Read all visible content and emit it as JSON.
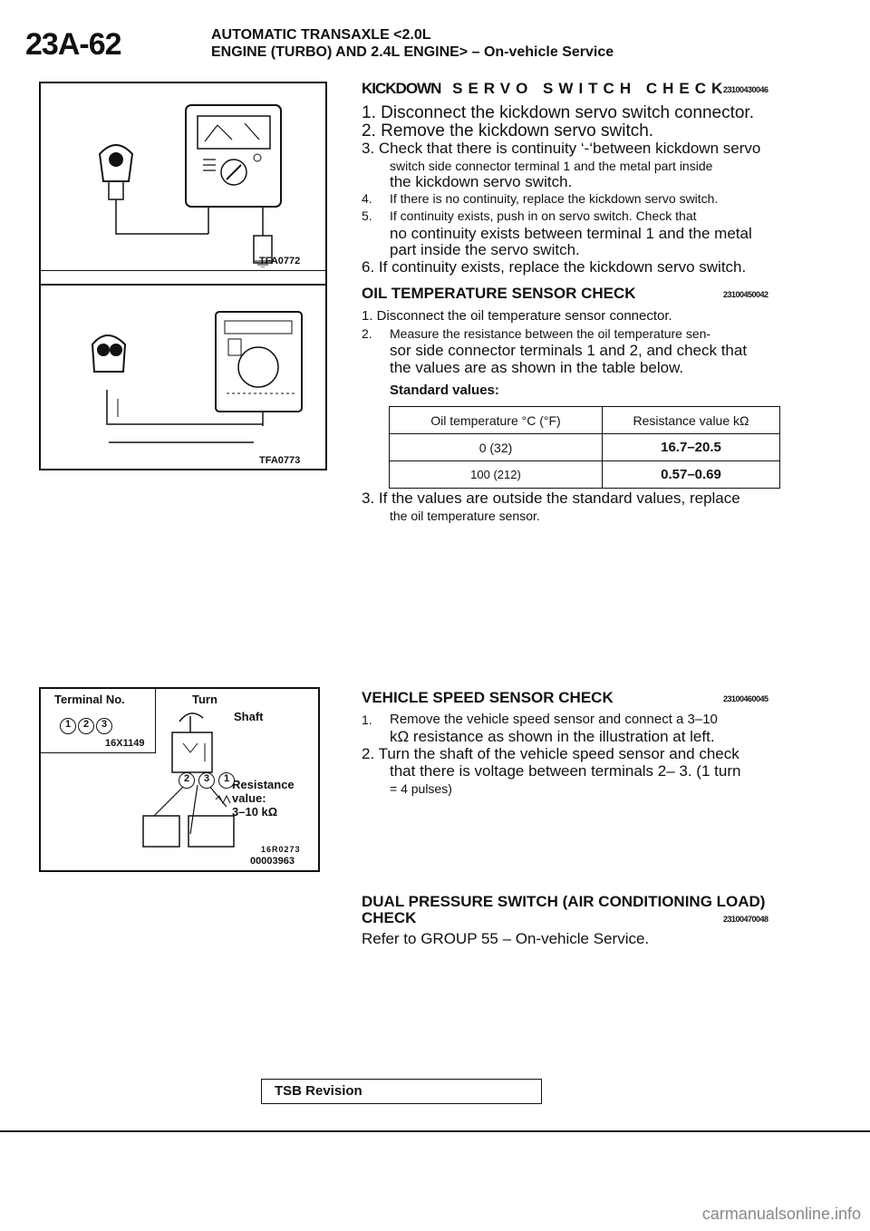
{
  "header": {
    "page_number": "23A-62",
    "line1": "AUTOMATIC TRANSAXLE <2.0L",
    "line2": "ENGINE (TURBO) AND 2.4L ENGINE> – On-vehicle Service"
  },
  "figures": {
    "fig1_code": "TFA0772",
    "fig2_code": "TFA0773",
    "fig3": {
      "terminal_no": "Terminal No.",
      "ref": "16X1149",
      "turn": "Turn",
      "shaft": "Shaft",
      "resistance_line1": "Resistance",
      "resistance_line2": "value:",
      "resistance_line3": "3–10 kΩ",
      "pins": [
        "1",
        "2",
        "3"
      ],
      "circles": [
        "2",
        "3",
        "1"
      ],
      "code1": "16R0273",
      "code2": "00003963"
    }
  },
  "kickdown": {
    "title_word": "KICKDOWN",
    "title_rest": "SERVO SWITCH CHECK",
    "code": "23100430046",
    "s1": "1. Disconnect the kickdown servo switch connector.",
    "s2": "2. Remove the kickdown servo switch.",
    "s3a": "3. Check that there is continuity ‘-‘between kickdown servo",
    "s3b": "switch side connector terminal 1 and the metal part inside",
    "s3c": "the kickdown servo switch.",
    "s4_num": "4.",
    "s4": "If there is no continuity, replace the kickdown servo switch.",
    "s5_num": "5.",
    "s5a": "If continuity exists, push in on servo switch. Check that",
    "s5b": "no continuity exists between terminal 1 and the metal",
    "s5c": "part inside the servo switch.",
    "s6": "6. If continuity exists, replace the kickdown servo switch."
  },
  "oil": {
    "title": "OIL TEMPERATURE SENSOR CHECK",
    "code": "23100450042",
    "s1": "1. Disconnect the oil temperature sensor connector.",
    "s2_num": "2.",
    "s2a": "Measure the resistance between the oil temperature sen-",
    "s2b": "sor side connector terminals 1 and 2, and check that",
    "s2c": "the values are as shown in the table below.",
    "std_label": "Standard values:",
    "table": {
      "head": [
        "Oil temperature °C (°F)",
        "Resistance value kΩ"
      ],
      "rows": [
        [
          "0 (32)",
          "16.7–20.5"
        ],
        [
          "100 (212)",
          "0.57–0.69"
        ]
      ]
    },
    "s3a": "3. If the values are outside the standard values, replace",
    "s3b": "the oil temperature sensor."
  },
  "vss": {
    "title": "VEHICLE SPEED SENSOR CHECK",
    "code": "23100460045",
    "s1_num": "1.",
    "s1a": "Remove the vehicle speed sensor and connect a 3–10",
    "s1b": "kΩ resistance as shown in the illustration at left.",
    "s2a": "2. Turn the shaft of the vehicle speed sensor and check",
    "s2b": "that there is voltage between terminals 2– 3. (1 turn",
    "s2c": "= 4 pulses)"
  },
  "dual": {
    "title1": "DUAL PRESSURE SWITCH (AIR CONDITIONING LOAD)",
    "title2": "CHECK",
    "code": "23100470048",
    "ref": "Refer to GROUP 55 – On-vehicle Service."
  },
  "footer": {
    "tsb": "TSB Revision",
    "watermark": "carmanualsonline.info"
  }
}
